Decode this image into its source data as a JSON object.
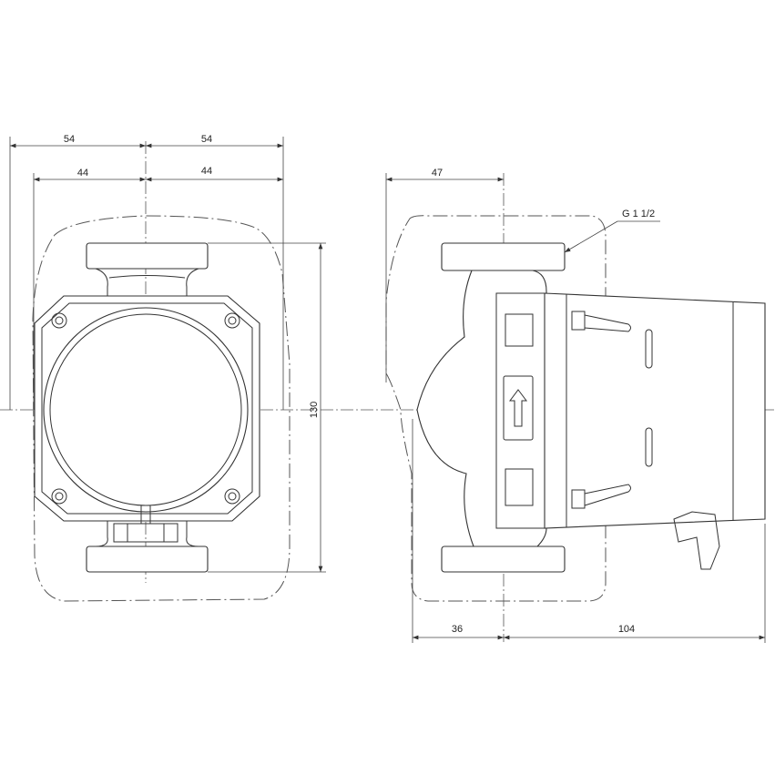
{
  "drawing": {
    "front_view": {
      "dim_outer_left": "54",
      "dim_outer_right": "54",
      "dim_inner_left": "44",
      "dim_inner_right": "44",
      "dim_height": "130"
    },
    "side_view": {
      "dim_top": "47",
      "dim_bottom_left": "36",
      "dim_bottom_right": "104",
      "thread_label": "G 1 1/2"
    }
  }
}
